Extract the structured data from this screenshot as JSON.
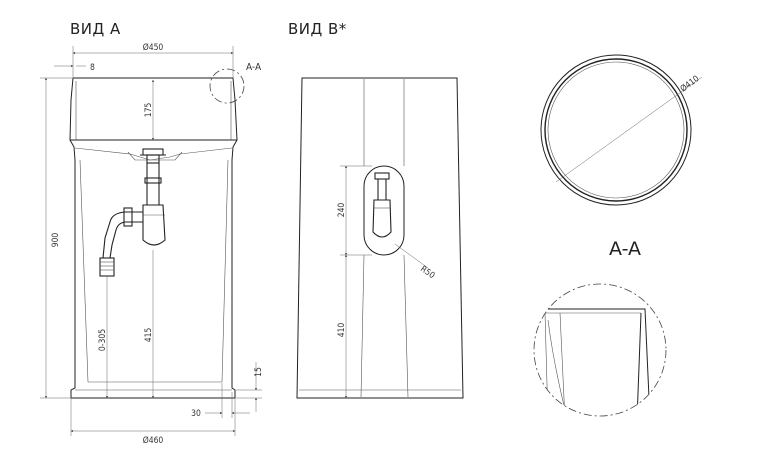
{
  "views": {
    "view_a": {
      "title": "ВИД А"
    },
    "view_b": {
      "title": "ВИД В*"
    },
    "section": {
      "title": "A-A",
      "callout": "A-A"
    }
  },
  "dimensions": {
    "top_diameter": "Ø450",
    "rim_offset": "8",
    "bowl_depth": "175",
    "height_total": "900",
    "outlet_range": "0-305",
    "drain_height": "415",
    "base_plinth": "15",
    "plinth_offset": "30",
    "bottom_diameter": "Ø460",
    "niche_height": "240",
    "niche_bottom": "410",
    "niche_radius": "R50",
    "bowl_diameter": "Ø410"
  }
}
